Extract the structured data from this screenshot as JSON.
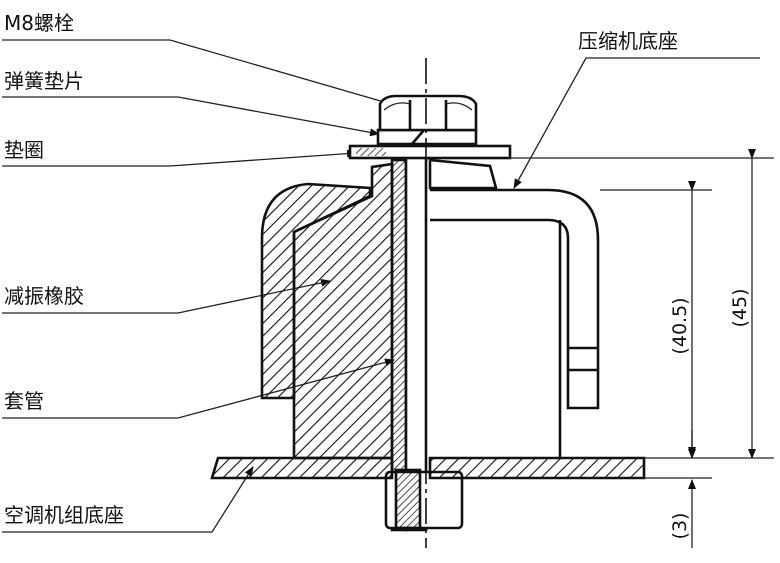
{
  "labels": {
    "bolt": "M8螺栓",
    "spring_washer": "弹簧垫片",
    "washer": "垫圈",
    "rubber": "减振橡胶",
    "sleeve": "套管",
    "unit_base": "空调机组底座",
    "compressor_base": "压缩机底座"
  },
  "dimensions": {
    "d45": "(45)",
    "d40_5": "(40.5)",
    "d3": "(3)"
  },
  "colors": {
    "line": "#111111",
    "background": "#ffffff"
  }
}
